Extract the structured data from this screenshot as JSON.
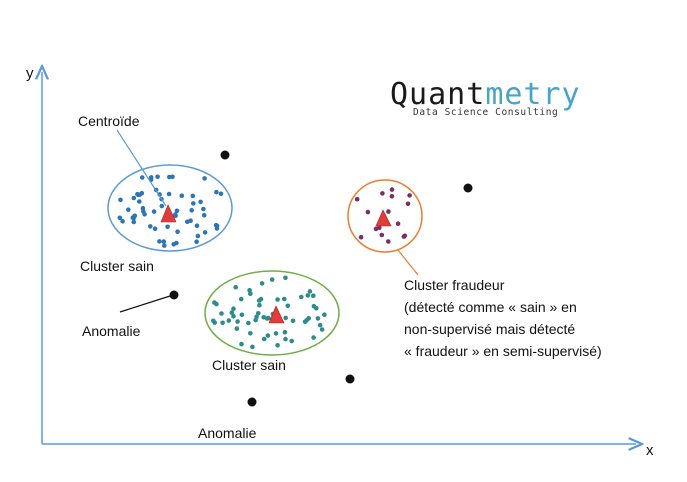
{
  "axes": {
    "x_label": "x",
    "y_label": "y",
    "color": "#5b9bd5"
  },
  "brand": {
    "name_part1": "Quant",
    "name_part2": "metry",
    "tagline": "Data Science Consulting",
    "color_dark": "#1a1a1a",
    "color_accent": "#4aa3c8"
  },
  "labels": {
    "centroid": "Centroïde",
    "cluster_healthy_1": "Cluster sain",
    "cluster_healthy_2": "Cluster sain",
    "anomaly_1": "Anomalie",
    "anomaly_2": "Anomalie",
    "fraud_line1": "Cluster fraudeur",
    "fraud_line2": "(détecté comme « sain » en",
    "fraud_line3": "non-supervisé mais détecté",
    "fraud_line4": "« fraudeur » en semi-supervisé)"
  },
  "colors": {
    "healthy_1_outline": "#5b9bd5",
    "healthy_1_points": "#2e75b6",
    "healthy_2_outline": "#70ad47",
    "healthy_2_points": "#2e8b8b",
    "fraud_outline": "#ed7d31",
    "fraud_points": "#7b2d6a",
    "centroid": "#e03c3c",
    "anomaly": "#111111"
  }
}
